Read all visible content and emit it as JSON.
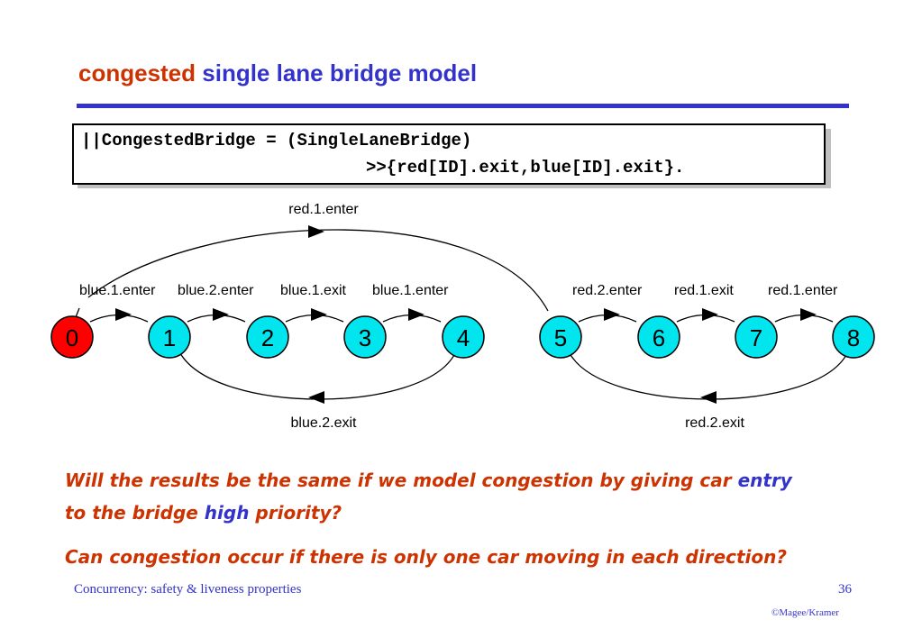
{
  "title": {
    "part1": "congested",
    "part2": "single lane bridge model",
    "accent_red": "#cc3300",
    "accent_blue": "#3333cc"
  },
  "code": {
    "line1": "||CongestedBridge = (SingleLaneBridge)",
    "line2": ">>{red[ID].exit,blue[ID].exit}."
  },
  "lts": {
    "initial_state_color": "#ff0000",
    "state_color": "#00e5ee",
    "states": [
      "0",
      "1",
      "2",
      "3",
      "4",
      "5",
      "6",
      "7",
      "8"
    ],
    "transitions": [
      {
        "label": "blue.1.enter",
        "from": "0",
        "to": "1"
      },
      {
        "label": "blue.2.enter",
        "from": "1",
        "to": "2"
      },
      {
        "label": "blue.1.exit",
        "from": "2",
        "to": "3"
      },
      {
        "label": "blue.1.enter",
        "from": "3",
        "to": "4"
      },
      {
        "label": "blue.2.exit",
        "from": "4",
        "to": "1"
      },
      {
        "label": "red.1.enter",
        "from": "0",
        "to": "5"
      },
      {
        "label": "red.2.enter",
        "from": "5",
        "to": "6"
      },
      {
        "label": "red.1.exit",
        "from": "6",
        "to": "7"
      },
      {
        "label": "red.1.enter",
        "from": "7",
        "to": "8"
      },
      {
        "label": "red.2.exit",
        "from": "8",
        "to": "5"
      }
    ]
  },
  "questions": {
    "q1": {
      "line1_a": "Will the results be the same if we model congestion by giving car",
      "line1_b": "entry",
      "line2_a": "to the bridge",
      "line2_b": "high",
      "line2_c": "priority?"
    },
    "q2": "Can congestion occur if there is only one car moving in each direction?"
  },
  "footer": {
    "left": "Concurrency: safety & liveness properties",
    "page": "36",
    "copyright": "©Magee/Kramer"
  }
}
